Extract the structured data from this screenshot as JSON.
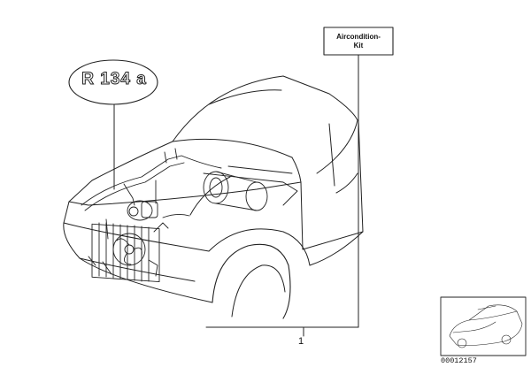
{
  "diagram": {
    "refrigerant_label": "R 134 a",
    "kit_label_line1": "Aircondition-",
    "kit_label_line2": "Kit",
    "item_number": "1",
    "reference_number": "00012157"
  },
  "colors": {
    "line": "#222222",
    "background": "#ffffff"
  }
}
